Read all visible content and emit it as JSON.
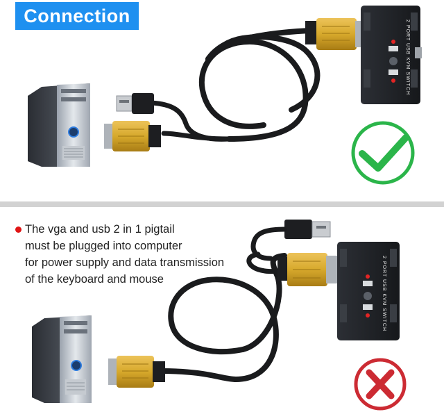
{
  "header": {
    "badge_label": "Connection"
  },
  "note": {
    "lines": [
      "The vga and usb 2 in 1 pigtail",
      "must be plugged into computer",
      "for power supply and data transmission",
      "of the keyboard and mouse"
    ]
  },
  "device": {
    "label": "2 PORT USB KVM SWITCH"
  },
  "colors": {
    "badge": "#1e90f0",
    "correct": "#2bb54a",
    "wrong": "#cc2b33",
    "divider": "#d2d2d2",
    "vga_gold": "#d7a92c"
  },
  "icons": {
    "correct": "check-circle-icon",
    "wrong": "x-circle-icon",
    "note_bullet": "red-dot-icon"
  }
}
